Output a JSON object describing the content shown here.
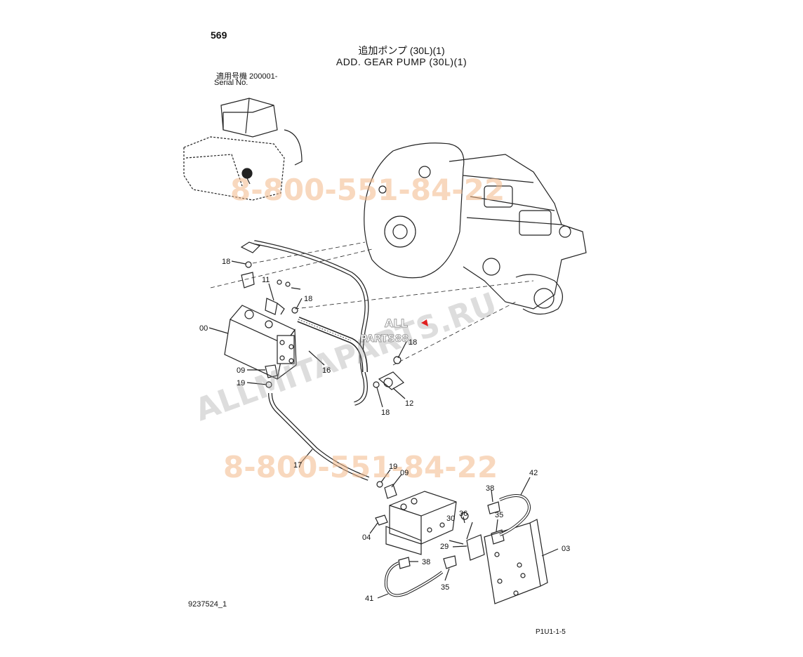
{
  "page_number": "569",
  "title_jp": "追加ポンプ (30L)(1)",
  "title_en": "ADD. GEAR PUMP (30L)(1)",
  "serial_jp": "適用号機  200001-",
  "serial_en": "Serial No.",
  "watermarks": {
    "phone": "8-800-551-84-22",
    "site": "ALLMITAPARTS.RU",
    "logo_top": "ALL",
    "logo_bottom": "PARTS88"
  },
  "callouts": [
    {
      "id": "c18a",
      "text": "18"
    },
    {
      "id": "c11",
      "text": "11"
    },
    {
      "id": "c18b",
      "text": "18"
    },
    {
      "id": "c00",
      "text": "00"
    },
    {
      "id": "c16",
      "text": "16"
    },
    {
      "id": "c18c",
      "text": "18"
    },
    {
      "id": "c09a",
      "text": "09"
    },
    {
      "id": "c19a",
      "text": "19"
    },
    {
      "id": "c18d",
      "text": "18"
    },
    {
      "id": "c12",
      "text": "12"
    },
    {
      "id": "c17",
      "text": "17"
    },
    {
      "id": "c19b",
      "text": "19"
    },
    {
      "id": "c09b",
      "text": "09"
    },
    {
      "id": "c42",
      "text": "42"
    },
    {
      "id": "c38a",
      "text": "38"
    },
    {
      "id": "c35a",
      "text": "35"
    },
    {
      "id": "c36",
      "text": "36"
    },
    {
      "id": "c30",
      "text": "30"
    },
    {
      "id": "c04",
      "text": "04"
    },
    {
      "id": "c29",
      "text": "29"
    },
    {
      "id": "c03",
      "text": "03"
    },
    {
      "id": "c38b",
      "text": "38"
    },
    {
      "id": "c35b",
      "text": "35"
    },
    {
      "id": "c41",
      "text": "41"
    }
  ],
  "drawing_id": "9237524_1",
  "page_code": "P1U1-1-5"
}
